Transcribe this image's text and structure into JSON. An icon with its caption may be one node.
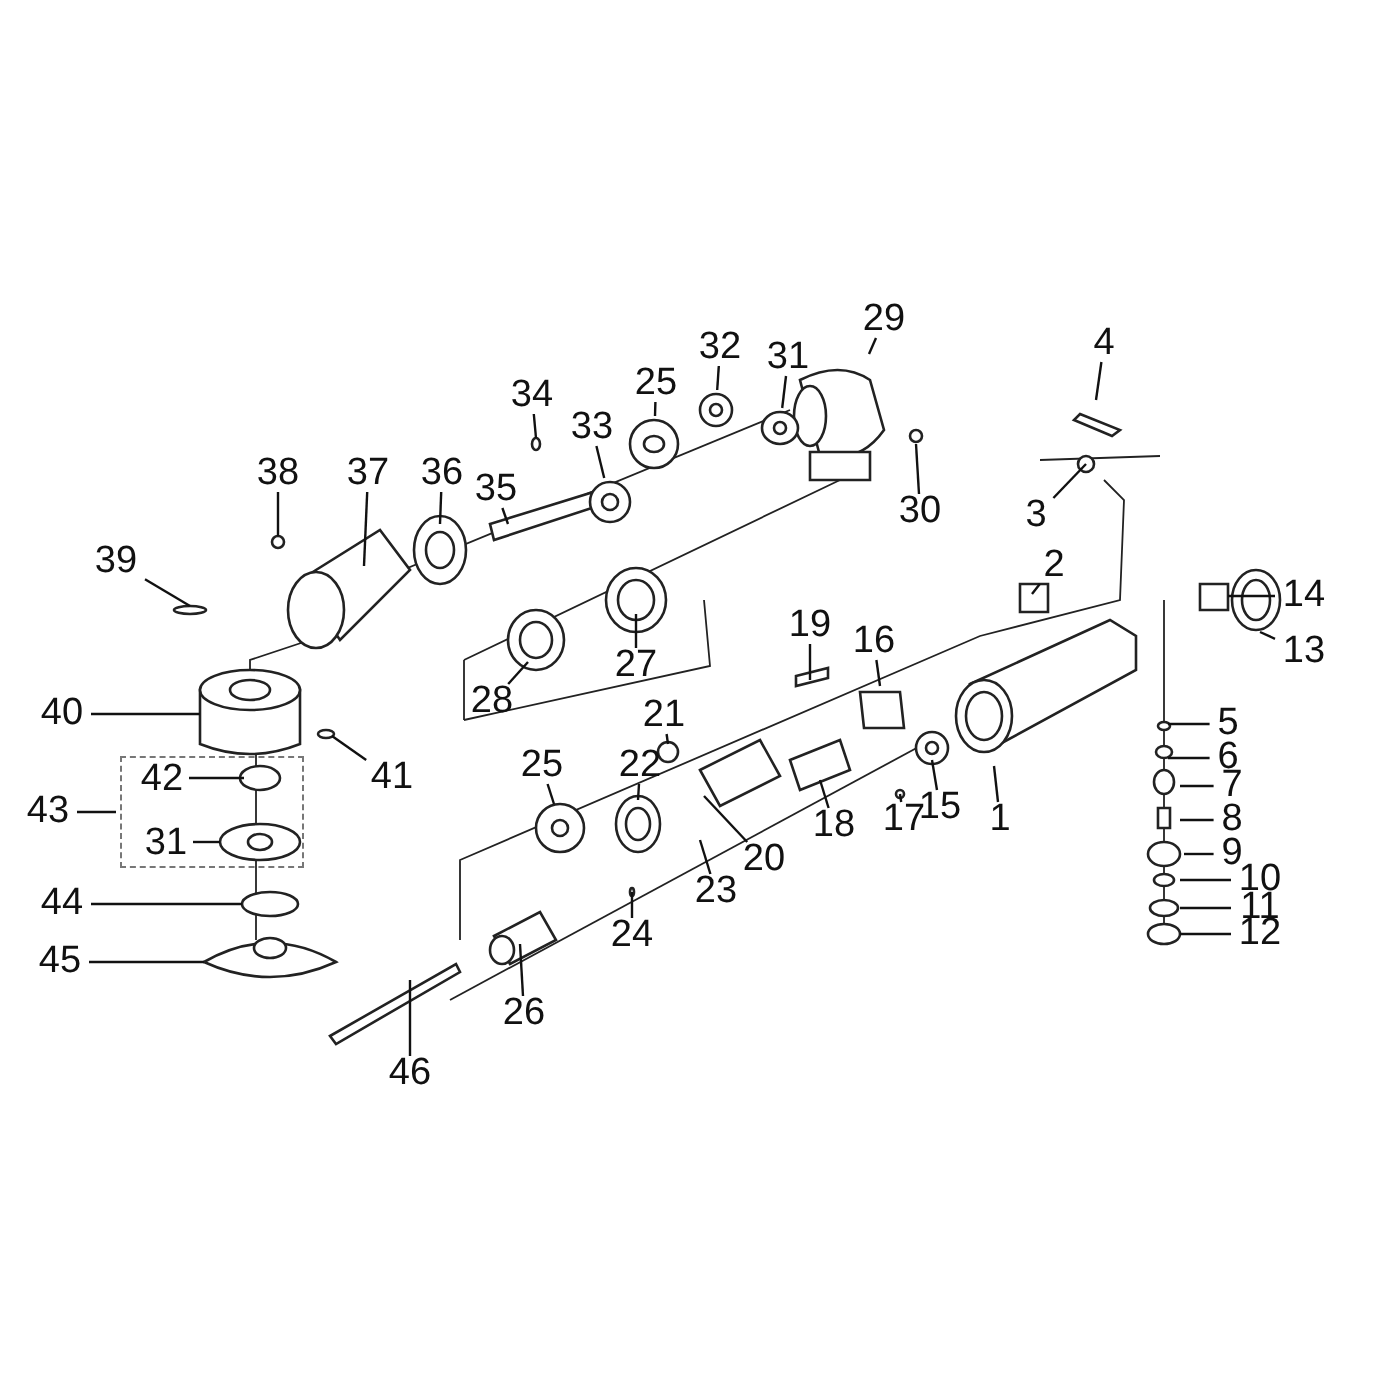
{
  "diagram": {
    "nodes": [
      {
        "text": [
          "4"
        ]
      },
      {
        "text": [
          "29"
        ]
      },
      {
        "text": [
          "32"
        ]
      },
      {
        "text": [
          "25"
        ]
      },
      {
        "text": [
          "31"
        ]
      },
      {
        "text": [
          "34"
        ]
      },
      {
        "text": [
          "33"
        ]
      },
      {
        "text": [
          "38"
        ]
      },
      {
        "text": [
          "37"
        ]
      },
      {
        "text": [
          "36"
        ]
      },
      {
        "text": [
          "35"
        ]
      },
      {
        "text": [
          "30"
        ]
      },
      {
        "text": [
          "3"
        ]
      },
      {
        "text": [
          "2"
        ]
      },
      {
        "text": [
          "39"
        ]
      },
      {
        "text": [
          "14"
        ]
      },
      {
        "text": [
          "19"
        ]
      },
      {
        "text": [
          "16"
        ]
      },
      {
        "text": [
          "13"
        ]
      },
      {
        "text": [
          "27"
        ]
      },
      {
        "text": [
          "28"
        ]
      },
      {
        "text": [
          "40"
        ]
      },
      {
        "text": [
          "21"
        ]
      },
      {
        "text": [
          "5"
        ]
      },
      {
        "text": [
          "6"
        ]
      },
      {
        "text": [
          "41"
        ]
      },
      {
        "text": [],
        "shape": "box"
      },
      {
        "text": [
          "42"
        ],
        "in": 26
      },
      {
        "text": [
          "25"
        ]
      },
      {
        "text": [
          "22"
        ]
      },
      {
        "text": [
          "7"
        ]
      },
      {
        "text": [
          "43"
        ]
      },
      {
        "text": [
          "15"
        ]
      },
      {
        "text": [
          "1"
        ]
      },
      {
        "text": [
          "18"
        ]
      },
      {
        "text": [
          "17"
        ]
      },
      {
        "text": [
          "31"
        ],
        "in": 26
      },
      {
        "text": [
          "8"
        ]
      },
      {
        "text": [
          "20"
        ]
      },
      {
        "text": [
          "9"
        ]
      },
      {
        "text": [
          "23"
        ]
      },
      {
        "text": [
          "10"
        ]
      },
      {
        "text": [
          "44"
        ]
      },
      {
        "text": [
          "24"
        ]
      },
      {
        "text": [
          "11"
        ]
      },
      {
        "text": [
          "12"
        ]
      },
      {
        "text": [
          "45"
        ]
      },
      {
        "text": [
          "26"
        ]
      },
      {
        "text": [
          "46"
        ]
      },
      {
        "text": [],
        "shape": "picture"
      },
      {
        "text": [],
        "shape": "circle"
      },
      {
        "text": [],
        "shape": "circle"
      },
      {
        "text": [],
        "shape": "circle"
      },
      {
        "text": [],
        "shape": "circle"
      }
    ],
    "edges": [
      {
        "from": 0,
        "to": null,
        "arrow": "none"
      },
      {
        "from": 1,
        "to": 49,
        "arrow": "none"
      },
      {
        "from": 2,
        "to": 50,
        "arrow": "none"
      },
      {
        "from": 3,
        "to": 51,
        "arrow": "none"
      },
      {
        "from": 4,
        "to": 52,
        "arrow": "none"
      },
      {
        "from": 5,
        "to": null,
        "arrow": "none"
      },
      {
        "from": 6,
        "to": 53,
        "arrow": "none"
      },
      {
        "from": 7,
        "to": null,
        "arrow": "none"
      },
      {
        "from": 8,
        "to": null,
        "arrow": "none"
      },
      {
        "from": 9,
        "to": null,
        "arrow": "none"
      },
      {
        "from": 10,
        "to": null,
        "arrow": "none"
      },
      {
        "from": 11,
        "to": null,
        "arrow": "none"
      },
      {
        "from": 12,
        "to": null,
        "arrow": "none"
      },
      {
        "from": 13,
        "to": null,
        "arrow": "none"
      },
      {
        "from": 14,
        "to": null,
        "arrow": "none"
      },
      {
        "from": 15,
        "to": null,
        "arrow": "none"
      },
      {
        "from": 16,
        "to": null,
        "arrow": "none"
      },
      {
        "from": 17,
        "to": null,
        "arrow": "none"
      },
      {
        "from": 18,
        "to": null,
        "arrow": "none"
      },
      {
        "from": 19,
        "to": null,
        "arrow": "none"
      },
      {
        "from": 20,
        "to": null,
        "arrow": "none"
      },
      {
        "from": 21,
        "to": null,
        "arrow": "none"
      },
      {
        "from": 22,
        "to": null,
        "arrow": "none"
      },
      {
        "from": 23,
        "to": null,
        "arrow": "none"
      },
      {
        "from": 24,
        "to": null,
        "arrow": "none"
      },
      {
        "from": 25,
        "to": null,
        "arrow": "none"
      },
      {
        "from": 27,
        "to": null,
        "arrow": "none"
      },
      {
        "from": 28,
        "to": null,
        "arrow": "none"
      },
      {
        "from": 29,
        "to": null,
        "arrow": "none"
      },
      {
        "from": 30,
        "to": null,
        "arrow": "none"
      },
      {
        "from": 31,
        "to": 26,
        "arrow": "none"
      },
      {
        "from": 32,
        "to": null,
        "arrow": "none"
      },
      {
        "from": 33,
        "to": null,
        "arrow": "none"
      },
      {
        "from": 34,
        "to": null,
        "arrow": "none"
      },
      {
        "from": 35,
        "to": null,
        "arrow": "none"
      },
      {
        "from": 36,
        "to": null,
        "arrow": "none"
      },
      {
        "from": 37,
        "to": null,
        "arrow": "none"
      },
      {
        "from": 38,
        "to": null,
        "arrow": "none"
      },
      {
        "from": 39,
        "to": null,
        "arrow": "none"
      },
      {
        "from": 40,
        "to": null,
        "arrow": "none"
      },
      {
        "from": 41,
        "to": null,
        "arrow": "none"
      },
      {
        "from": 42,
        "to": null,
        "arrow": "none"
      },
      {
        "from": 43,
        "to": null,
        "arrow": "none"
      },
      {
        "from": 44,
        "to": null,
        "arrow": "none"
      },
      {
        "from": 45,
        "to": null,
        "arrow": "none"
      },
      {
        "from": 46,
        "to": null,
        "arrow": "none"
      },
      {
        "from": 47,
        "to": null,
        "arrow": "none"
      },
      {
        "from": 48,
        "to": null,
        "arrow": "none"
      }
    ]
  }
}
